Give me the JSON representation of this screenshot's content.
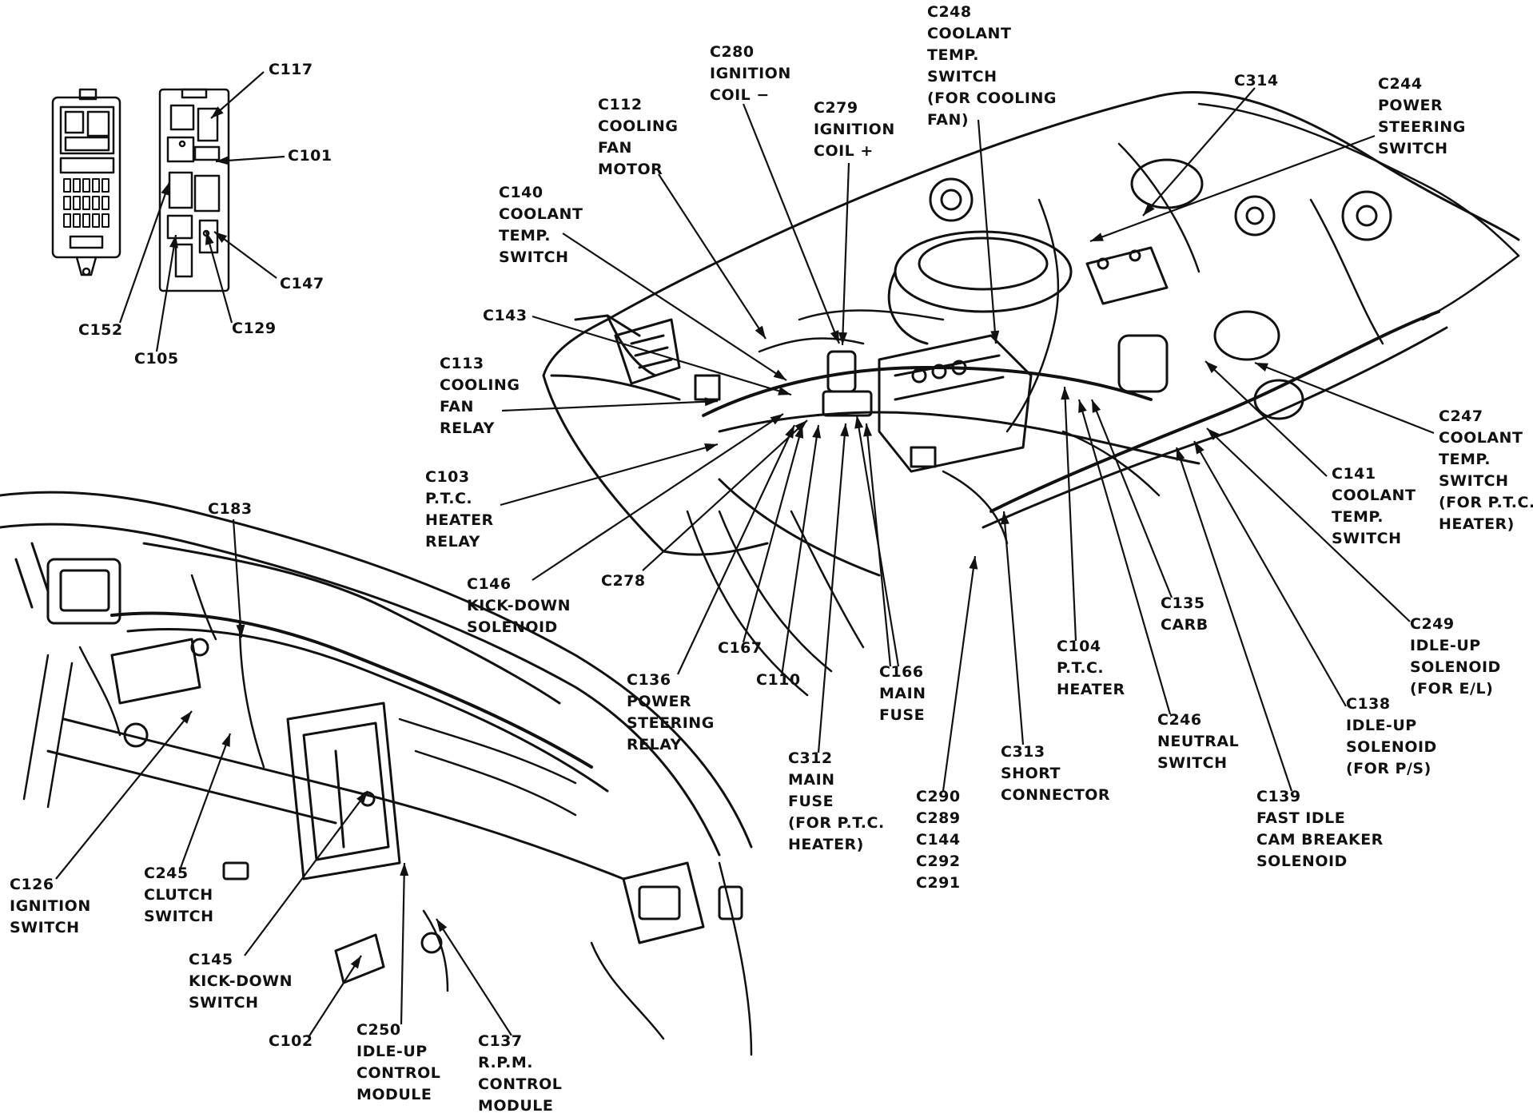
{
  "diagram": {
    "callouts": [
      {
        "id": "c117",
        "lines": [
          "C117"
        ]
      },
      {
        "id": "c101",
        "lines": [
          "C101"
        ]
      },
      {
        "id": "c147",
        "lines": [
          "C147"
        ]
      },
      {
        "id": "c152",
        "lines": [
          "C152"
        ]
      },
      {
        "id": "c129",
        "lines": [
          "C129"
        ]
      },
      {
        "id": "c105",
        "lines": [
          "C105"
        ]
      },
      {
        "id": "c280",
        "lines": [
          "C280",
          "IGNITION",
          "COIL  −"
        ]
      },
      {
        "id": "c248",
        "lines": [
          "C248",
          "COOLANT",
          "TEMP.",
          "SWITCH",
          "(FOR COOLING",
          "FAN)"
        ]
      },
      {
        "id": "c314",
        "lines": [
          "C314"
        ]
      },
      {
        "id": "c244",
        "lines": [
          "C244",
          "POWER",
          "STEERING",
          "SWITCH"
        ]
      },
      {
        "id": "c112",
        "lines": [
          "C112",
          "COOLING",
          "FAN",
          "MOTOR"
        ]
      },
      {
        "id": "c279",
        "lines": [
          "C279",
          "IGNITION",
          "COIL  +"
        ]
      },
      {
        "id": "c140",
        "lines": [
          "C140",
          "COOLANT",
          "TEMP.",
          "SWITCH"
        ]
      },
      {
        "id": "c143",
        "lines": [
          "C143"
        ]
      },
      {
        "id": "c113",
        "lines": [
          "C113",
          "COOLING",
          "FAN",
          "RELAY"
        ]
      },
      {
        "id": "c103",
        "lines": [
          "C103",
          "P.T.C.",
          "HEATER",
          "RELAY"
        ]
      },
      {
        "id": "c146",
        "lines": [
          "C146",
          "KICK-DOWN",
          "SOLENOID"
        ]
      },
      {
        "id": "c278",
        "lines": [
          "C278"
        ]
      },
      {
        "id": "c167",
        "lines": [
          "C167"
        ]
      },
      {
        "id": "c110",
        "lines": [
          "C110"
        ]
      },
      {
        "id": "c136",
        "lines": [
          "C136",
          "POWER",
          "STEERING",
          "RELAY"
        ]
      },
      {
        "id": "c166",
        "lines": [
          "C166",
          "MAIN",
          "FUSE"
        ]
      },
      {
        "id": "c312",
        "lines": [
          "C312",
          "MAIN",
          "FUSE",
          "(FOR P.T.C.",
          "HEATER)"
        ]
      },
      {
        "id": "c104",
        "lines": [
          "C104",
          "P.T.C.",
          "HEATER"
        ]
      },
      {
        "id": "c135",
        "lines": [
          "C135",
          "CARB"
        ]
      },
      {
        "id": "c141",
        "lines": [
          "C141",
          "COOLANT",
          "TEMP.",
          "SWITCH"
        ]
      },
      {
        "id": "c247",
        "lines": [
          "C247",
          "COOLANT",
          "TEMP.",
          "SWITCH",
          "(FOR P.T.C.",
          "HEATER)"
        ]
      },
      {
        "id": "c249",
        "lines": [
          "C249",
          "IDLE-UP",
          "SOLENOID",
          "(FOR E/L)"
        ]
      },
      {
        "id": "c138",
        "lines": [
          "C138",
          "IDLE-UP",
          "SOLENOID",
          "(FOR P/S)"
        ]
      },
      {
        "id": "c246",
        "lines": [
          "C246",
          "NEUTRAL",
          "SWITCH"
        ]
      },
      {
        "id": "c313",
        "lines": [
          "C313",
          "SHORT",
          "CONNECTOR"
        ]
      },
      {
        "id": "c290grp",
        "lines": [
          "C290",
          "C289",
          "C144",
          "C292",
          "C291"
        ]
      },
      {
        "id": "c139",
        "lines": [
          "C139",
          "FAST IDLE",
          "CAM BREAKER",
          "SOLENOID"
        ]
      },
      {
        "id": "c183",
        "lines": [
          "C183"
        ]
      },
      {
        "id": "c126",
        "lines": [
          "C126",
          "IGNITION",
          "SWITCH"
        ]
      },
      {
        "id": "c245",
        "lines": [
          "C245",
          "CLUTCH",
          "SWITCH"
        ]
      },
      {
        "id": "c145",
        "lines": [
          "C145",
          "KICK-DOWN",
          "SWITCH"
        ]
      },
      {
        "id": "c102",
        "lines": [
          "C102"
        ]
      },
      {
        "id": "c250",
        "lines": [
          "C250",
          "IDLE-UP",
          "CONTROL",
          "MODULE"
        ]
      },
      {
        "id": "c137",
        "lines": [
          "C137",
          "R.P.M.",
          "CONTROL",
          "MODULE"
        ]
      }
    ]
  }
}
